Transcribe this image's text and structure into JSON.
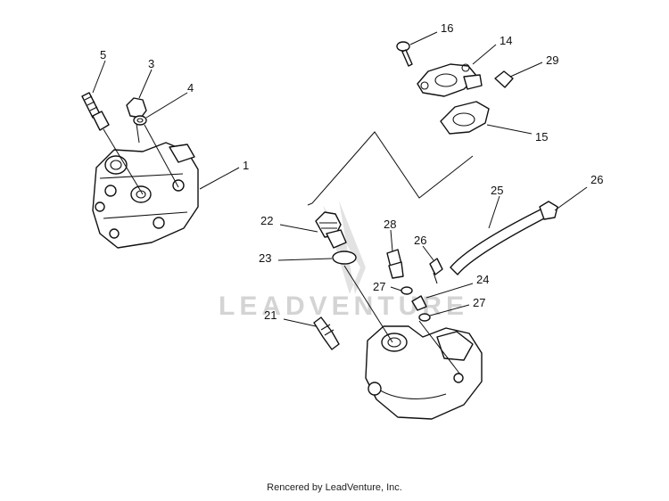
{
  "watermark": "LEADVENTURE",
  "footer": "Rencered by LeadVenture, Inc.",
  "callouts": {
    "c1": "1",
    "c3": "3",
    "c4": "4",
    "c5": "5",
    "c14": "14",
    "c15": "15",
    "c16": "16",
    "c21": "21",
    "c22": "22",
    "c23": "23",
    "c24": "24",
    "c25": "25",
    "c26a": "26",
    "c26b": "26",
    "c27a": "27",
    "c27b": "27",
    "c28": "28",
    "c29": "29"
  }
}
